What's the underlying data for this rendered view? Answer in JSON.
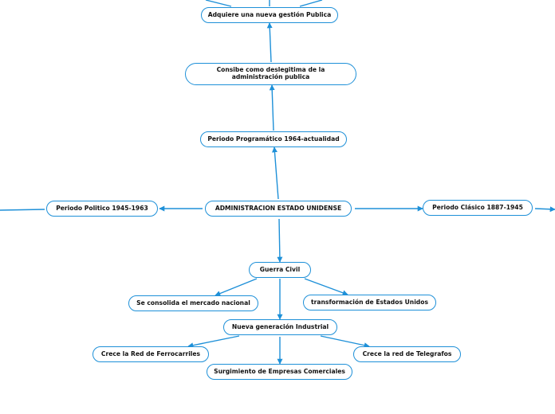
{
  "diagram": {
    "root": "ADMINISTRACION ESTADO UNIDENSE",
    "nodes": {
      "adquiere": "Adquiere una nueva gestión Publica",
      "consibe": "Consibe como deslegitima de la administración publica",
      "programatico": "Periodo Programático 1964-actualidad",
      "politico": "Periodo Politico 1945-1963",
      "clasico": "Periodo Clásico 1887-1945",
      "guerra": "Guerra Civil",
      "mercado": "Se consolida el mercado nacional",
      "transformacion": "transformación de Estados Unidos",
      "generacion": "Nueva generación Industrial",
      "ferrocarriles": "Crece la Red de Ferrocarriles",
      "telegrafos": "Crece la red de Telegrafos",
      "empresas": "Surgimiento de Empresas Comerciales"
    },
    "colors": {
      "line": "#1e90d8",
      "text": "#111111",
      "background": "#ffffff"
    }
  }
}
